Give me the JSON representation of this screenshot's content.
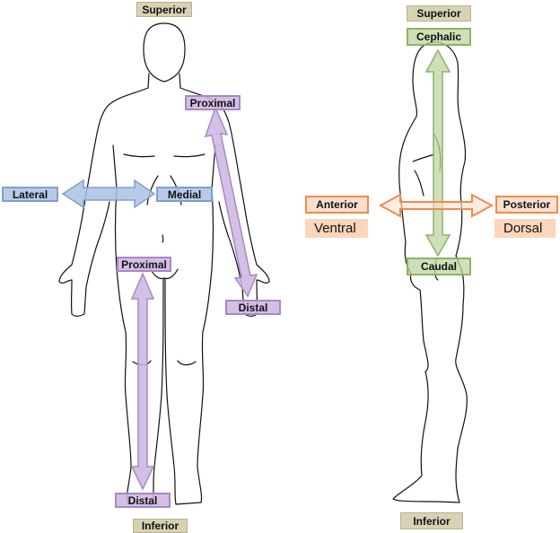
{
  "title": "Anatomical directional terms",
  "colors": {
    "axis_label": "#d8d2b4",
    "lateral_medial": "#aac2e4",
    "proximal_distal": "#cdb4e1",
    "cephalic_caudal": "#bed6a0",
    "anterior_posterior": "#ee8a50",
    "ventral_dorsal": "#fbd6bb"
  },
  "front_view": {
    "superior": "Superior",
    "inferior": "Inferior",
    "lateral": "Lateral",
    "medial": "Medial",
    "arm_proximal": "Proximal",
    "arm_distal": "Distal",
    "leg_proximal": "Proximal",
    "leg_distal": "Distal"
  },
  "side_view": {
    "superior": "Superior",
    "inferior": "Inferior",
    "cephalic": "Cephalic",
    "caudal": "Caudal",
    "anterior": "Anterior",
    "posterior": "Posterior",
    "ventral": "Ventral",
    "dorsal": "Dorsal"
  }
}
